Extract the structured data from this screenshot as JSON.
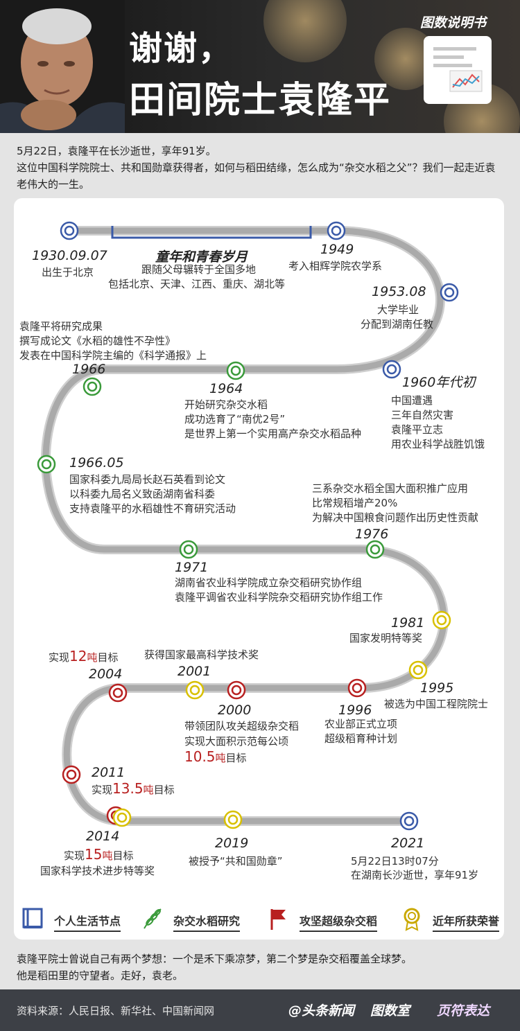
{
  "header": {
    "title_line1": "谢谢，",
    "title_line2": "田间院士袁隆平",
    "brand": "图数说明书"
  },
  "intro": {
    "line1": "5月22日，袁隆平在长沙逝世，享年91岁。",
    "line2": "这位中国科学院院士、共和国勋章获得者，如何与稻田结缘，怎么成为“杂交水稻之父”？我们一起走近袁老伟大的一生。"
  },
  "timeline": {
    "e1930": {
      "year": "1930.09.07",
      "l1": "出生于北京"
    },
    "childhood": {
      "title": "童年和青春岁月",
      "l1": "跟随父母辗转于全国多地",
      "l2": "包括北京、天津、江西、重庆、湖北等"
    },
    "e1949": {
      "year": "1949",
      "l1": "考入相辉学院农学系"
    },
    "e1953": {
      "year": "1953.08",
      "l1": "大学毕业",
      "l2": "分配到湖南任教"
    },
    "note1966": {
      "l1": "袁隆平将研究成果",
      "l2": "撰写成论文《水稻的雄性不孕性》",
      "l3": "发表在中国科学院主编的《科学通报》上"
    },
    "e1966": {
      "year": "1966"
    },
    "e1964": {
      "year": "1964",
      "l1": "开始研究杂交水稻",
      "l2": "成功选育了“南优2号”",
      "l3": "是世界上第一个实用高产杂交水稻品种"
    },
    "e1960": {
      "year": "1960年代初",
      "l1": "中国遭遇",
      "l2": "三年自然灾害",
      "l3": "袁隆平立志",
      "l4": "用农业科学战胜饥饿"
    },
    "e196605": {
      "year": "1966.05",
      "l1": "国家科委九局局长赵石英看到论文",
      "l2": "以科委九局名义致函湖南省科委",
      "l3": "支持袁隆平的水稻雄性不育研究活动"
    },
    "note1976": {
      "l1": "三系杂交水稻全国大面积推广应用",
      "l2": "比常规稻增产20%",
      "l3": "为解决中国粮食问题作出历史性贡献"
    },
    "e1976": {
      "year": "1976"
    },
    "e1971": {
      "year": "1971",
      "l1": "湖南省农业科学院成立杂交稻研究协作组",
      "l2": "袁隆平调省农业科学院杂交稻研究协作组工作"
    },
    "e1981": {
      "year": "1981",
      "l1": "国家发明特等奖"
    },
    "e2004": {
      "year": "2004",
      "pre": "实现",
      "num": "12",
      "unit": "吨",
      "post": "目标"
    },
    "e2001": {
      "year": "2001",
      "l1": "获得国家最高科学技术奖"
    },
    "e2000": {
      "year": "2000",
      "l1": "带领团队攻关超级杂交稻",
      "l2": "实现大面积示范每公顷",
      "num": "10.5",
      "unit": "吨",
      "post": "目标"
    },
    "e1996": {
      "year": "1996",
      "l1": "农业部正式立项",
      "l2": "超级稻育种计划"
    },
    "e1995": {
      "year": "1995",
      "l1": "被选为中国工程院院士"
    },
    "e2011": {
      "year": "2011",
      "pre": "实现",
      "num": "13.5",
      "unit": "吨",
      "post": "目标"
    },
    "e2014": {
      "year": "2014",
      "pre": "实现",
      "num": "15",
      "unit": "吨",
      "post": "目标",
      "l2": "国家科学技术进步特等奖"
    },
    "e2019": {
      "year": "2019",
      "l1": "被授予“共和国勋章”"
    },
    "e2021": {
      "year": "2021",
      "l1": "5月22日13时07分",
      "l2": "在湖南长沙逝世，享年91岁"
    }
  },
  "legend": [
    {
      "label": "个人生活节点",
      "icon": "book-icon",
      "color": "#3a5aa8"
    },
    {
      "label": "杂交水稻研究",
      "icon": "leaf-icon",
      "color": "#3a9a3a"
    },
    {
      "label": "攻坚超级杂交稻",
      "icon": "flag-icon",
      "color": "#b82020"
    },
    {
      "label": "近年所获荣誉",
      "icon": "medal-icon",
      "color": "#c9a800"
    }
  ],
  "outro": {
    "line1": "袁隆平院士曾说自己有两个梦想：一个是禾下乘凉梦，第二个梦是杂交稻覆盖全球梦。",
    "line2": "他是稻田里的守望者。走好，袁老。"
  },
  "footer": {
    "source": "资料来源：人民日报、新华社、中国新闻网",
    "logo1": "@头条新闻",
    "logo2": "图数室",
    "logo3": "页符表达"
  }
}
